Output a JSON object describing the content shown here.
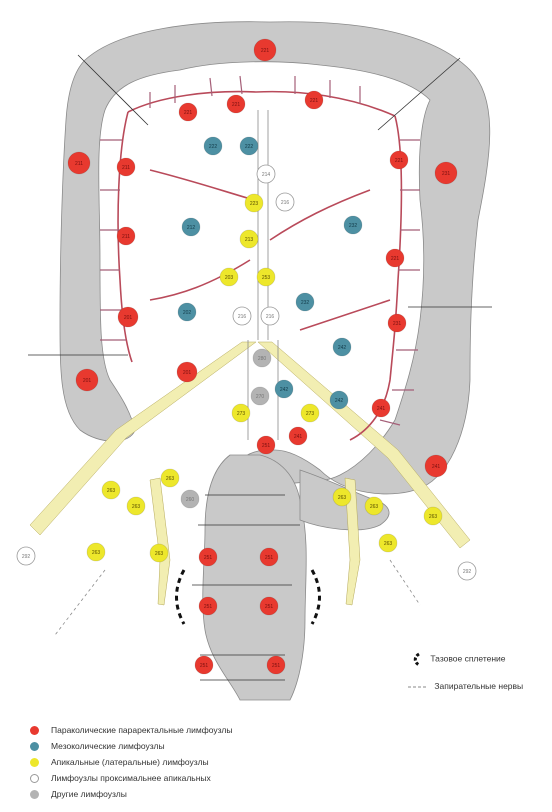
{
  "colors": {
    "organ": "#c9c9c9",
    "organ_stroke": "#8a8a8a",
    "paracolic": "#e8392f",
    "mesocolic": "#4d90a3",
    "apical": "#ede72b",
    "proximal": "#ffffff",
    "other": "#b3b3b3",
    "vessel_band": "#f2eeb2",
    "lymph_vessel": "#b94a5a",
    "mesentery_line": "#a55f78"
  },
  "nodes": [
    {
      "id": "221",
      "type": "paracolic",
      "label": "221"
    },
    {
      "id": "221",
      "type": "paracolic",
      "label": "221"
    },
    {
      "id": "221",
      "type": "paracolic",
      "label": "221"
    },
    {
      "id": "221",
      "type": "paracolic",
      "label": "221"
    },
    {
      "id": "211",
      "type": "paracolic",
      "label": "211"
    },
    {
      "id": "211",
      "type": "paracolic",
      "label": "211"
    },
    {
      "id": "211",
      "type": "paracolic",
      "label": "211"
    },
    {
      "id": "201",
      "type": "paracolic",
      "label": "201"
    },
    {
      "id": "201",
      "type": "paracolic",
      "label": "201"
    },
    {
      "id": "201",
      "type": "paracolic",
      "label": "201"
    },
    {
      "id": "221",
      "type": "paracolic",
      "label": "221"
    },
    {
      "id": "231",
      "type": "paracolic",
      "label": "231"
    },
    {
      "id": "221",
      "type": "paracolic",
      "label": "221"
    },
    {
      "id": "231",
      "type": "paracolic",
      "label": "231"
    },
    {
      "id": "241",
      "type": "paracolic",
      "label": "241"
    },
    {
      "id": "241",
      "type": "paracolic",
      "label": "241"
    },
    {
      "id": "241",
      "type": "paracolic",
      "label": "241"
    },
    {
      "id": "251",
      "type": "paracolic",
      "label": "251"
    },
    {
      "id": "251",
      "type": "paracolic",
      "label": "251"
    },
    {
      "id": "251",
      "type": "paracolic",
      "label": "251"
    },
    {
      "id": "251",
      "type": "paracolic",
      "label": "251"
    },
    {
      "id": "251",
      "type": "paracolic",
      "label": "251"
    },
    {
      "id": "251",
      "type": "paracolic",
      "label": "251"
    },
    {
      "id": "251",
      "type": "paracolic",
      "label": "251"
    },
    {
      "id": "222",
      "type": "mesocolic",
      "label": "222"
    },
    {
      "id": "222",
      "type": "mesocolic",
      "label": "222"
    },
    {
      "id": "212",
      "type": "mesocolic",
      "label": "212"
    },
    {
      "id": "202",
      "type": "mesocolic",
      "label": "202"
    },
    {
      "id": "232",
      "type": "mesocolic",
      "label": "232"
    },
    {
      "id": "232",
      "type": "mesocolic",
      "label": "232"
    },
    {
      "id": "242",
      "type": "mesocolic",
      "label": "242"
    },
    {
      "id": "242",
      "type": "mesocolic",
      "label": "242"
    },
    {
      "id": "242",
      "type": "mesocolic",
      "label": "242"
    },
    {
      "id": "223",
      "type": "apical",
      "label": "223"
    },
    {
      "id": "213",
      "type": "apical",
      "label": "213"
    },
    {
      "id": "203",
      "type": "apical",
      "label": "203"
    },
    {
      "id": "253",
      "type": "apical",
      "label": "253"
    },
    {
      "id": "273",
      "type": "apical",
      "label": "273"
    },
    {
      "id": "273",
      "type": "apical",
      "label": "273"
    },
    {
      "id": "263",
      "type": "apical",
      "label": "263"
    },
    {
      "id": "263",
      "type": "apical",
      "label": "263"
    },
    {
      "id": "263",
      "type": "apical",
      "label": "263"
    },
    {
      "id": "263",
      "type": "apical",
      "label": "263"
    },
    {
      "id": "263",
      "type": "apical",
      "label": "263"
    },
    {
      "id": "263",
      "type": "apical",
      "label": "263"
    },
    {
      "id": "263",
      "type": "apical",
      "label": "263"
    },
    {
      "id": "263",
      "type": "apical",
      "label": "263"
    },
    {
      "id": "263",
      "type": "apical",
      "label": "263"
    },
    {
      "id": "214",
      "type": "proximal",
      "label": "214"
    },
    {
      "id": "216",
      "type": "proximal",
      "label": "216"
    },
    {
      "id": "216",
      "type": "proximal",
      "label": "216"
    },
    {
      "id": "216",
      "type": "proximal",
      "label": "216"
    },
    {
      "id": "292",
      "type": "proximal",
      "label": "292"
    },
    {
      "id": "292",
      "type": "proximal",
      "label": "292"
    },
    {
      "id": "280",
      "type": "other",
      "label": "280"
    },
    {
      "id": "270",
      "type": "other",
      "label": "270"
    },
    {
      "id": "260",
      "type": "other",
      "label": "260"
    }
  ],
  "annotations": {
    "pelvic_plexus": "Тазовое сплетение",
    "splanchnic_nerves": "Запирательные нервы"
  },
  "legend": [
    {
      "type": "paracolic",
      "label": "Параколические параректальные лимфоузлы"
    },
    {
      "type": "mesocolic",
      "label": "Мезоколические лимфоузлы"
    },
    {
      "type": "apical",
      "label": "Апикальные (латеральные) лимфоузлы"
    },
    {
      "type": "proximal",
      "label": "Лимфоузлы проксимальнее апикальных"
    },
    {
      "type": "other",
      "label": "Другие лимфоузлы"
    }
  ]
}
